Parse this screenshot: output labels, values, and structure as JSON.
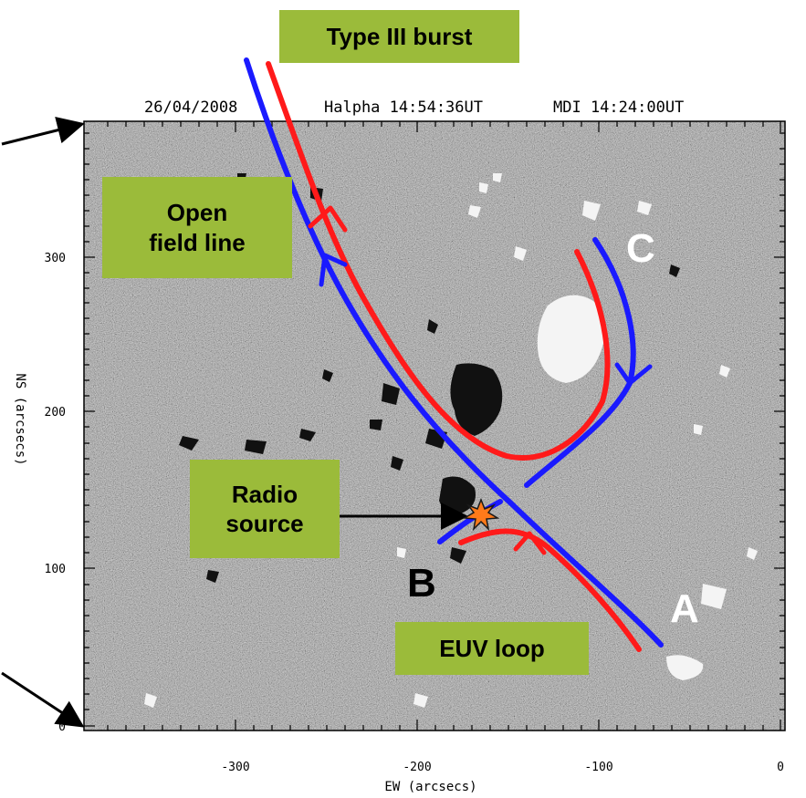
{
  "header": {
    "date": "26/04/2008",
    "halpha": "Halpha 14:54:36UT",
    "mdi": "MDI 14:24:00UT"
  },
  "axes": {
    "x_label": "EW (arcsecs)",
    "y_label": "NS (arcsecs)",
    "x_ticks": [
      "-300",
      "-200",
      "-100",
      "0"
    ],
    "y_ticks": [
      "0",
      "100",
      "200",
      "300"
    ]
  },
  "labels": {
    "type3": "Type III burst",
    "open_line1": "Open",
    "open_line2": "field line",
    "radio_line1": "Radio",
    "radio_line2": "source",
    "euv": "EUV loop",
    "a": "A",
    "b": "B",
    "c": "C"
  },
  "colors": {
    "label_box": "#9bbb3a",
    "red_line": "#ff1a1a",
    "blue_line": "#1a1aff",
    "magnetogram_bg": "#7d7d7d"
  }
}
